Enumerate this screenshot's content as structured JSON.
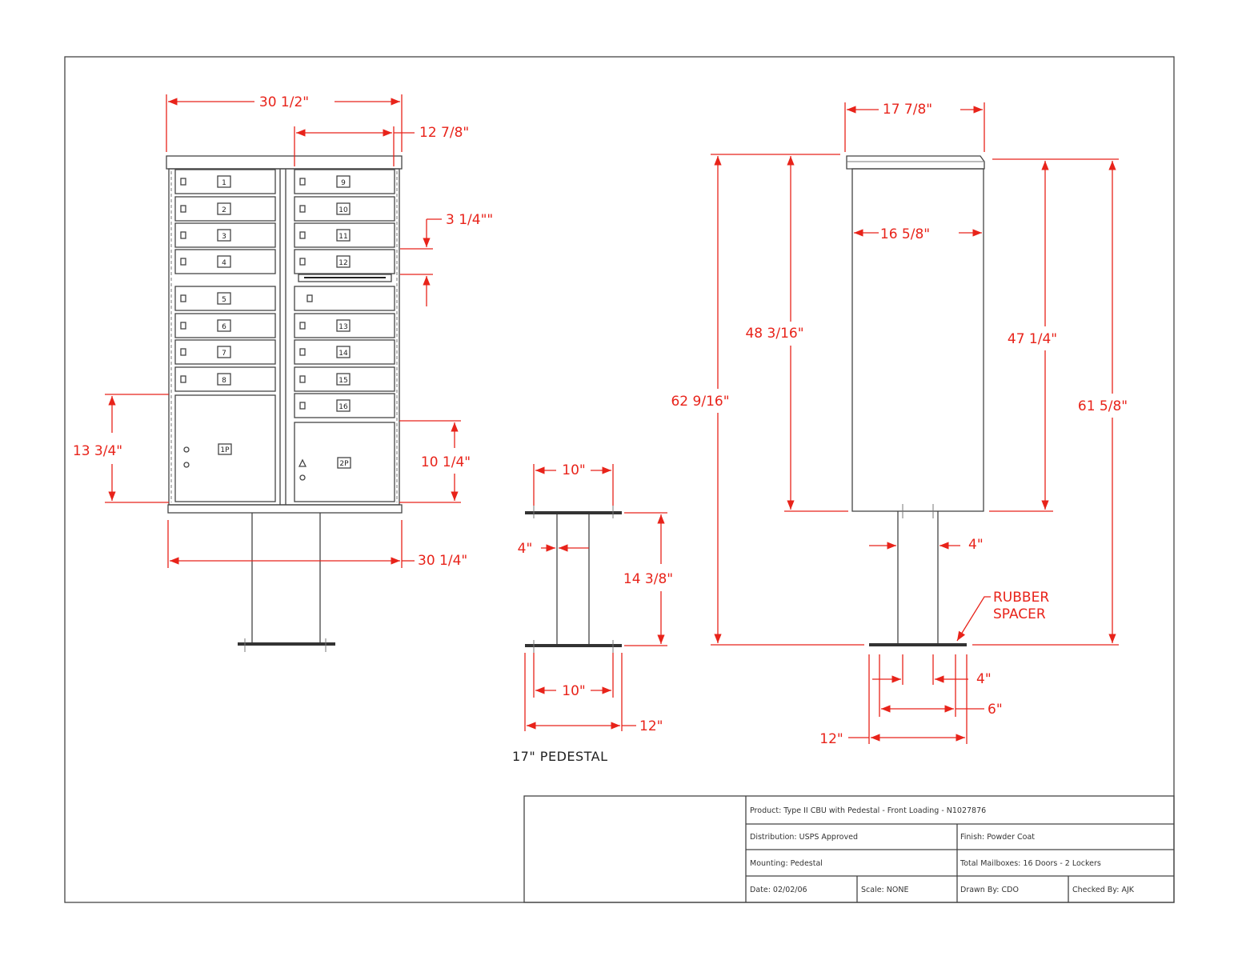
{
  "front_view": {
    "dims": {
      "overall_width": "30 1/2\"",
      "door_width": "12 7/8\"",
      "door_height": "3 1/4\"\"",
      "parcel_left_height": "13 3/4\"",
      "parcel_right_height": "10 1/4\"",
      "base_width": "30 1/4\""
    },
    "left_doors": [
      "1",
      "2",
      "3",
      "4",
      "5",
      "6",
      "7",
      "8"
    ],
    "right_doors": [
      "9",
      "10",
      "11",
      "12",
      "13",
      "14",
      "15",
      "16"
    ],
    "parcel_doors": [
      "1P",
      "2P"
    ]
  },
  "pedestal_view": {
    "dims": {
      "top_width": "10\"",
      "post_width": "4\"",
      "height": "14 3/8\"",
      "bottom_width": "10\"",
      "base_width": "12\""
    },
    "caption": "17\" PEDESTAL"
  },
  "side_view": {
    "dims": {
      "top_depth": "17 7/8\"",
      "body_depth": "16 5/8\"",
      "body_height_left": "48 3/16\"",
      "body_height_right": "47 1/4\"",
      "overall_left": "62 9/16\"",
      "overall_right": "61 5/8\"",
      "post_top": "4\"",
      "post_bottom": "4\"",
      "inner_base": "6\"",
      "base": "12\""
    },
    "callout": [
      "RUBBER",
      "SPACER"
    ]
  },
  "title_block": {
    "product": "Product: Type II CBU with Pedestal - Front Loading - N1027876",
    "distribution": "Distribution: USPS Approved",
    "finish": "Finish: Powder Coat",
    "mounting": "Mounting: Pedestal",
    "total": "Total Mailboxes: 16 Doors - 2 Lockers",
    "date": "Date: 02/02/06",
    "scale": "Scale: NONE",
    "drawn": "Drawn By: CDO",
    "checked": "Checked By: AJK"
  }
}
